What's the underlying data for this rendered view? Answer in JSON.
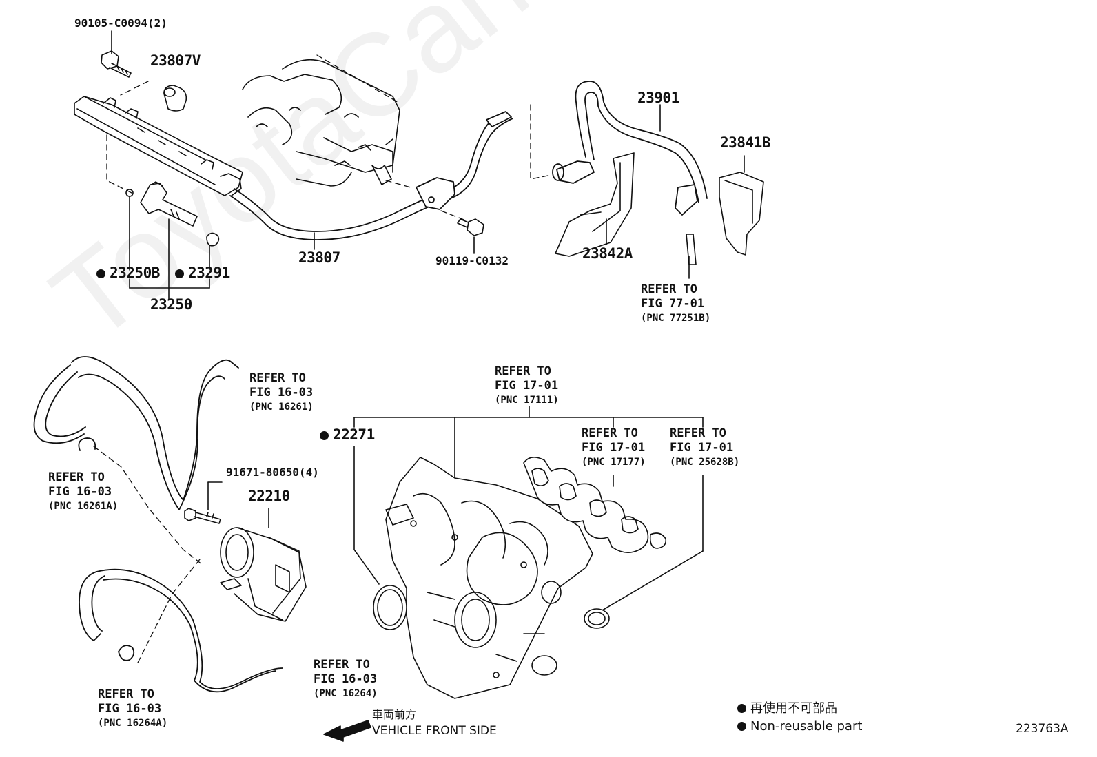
{
  "watermark": "ToyotaCarMine.ru",
  "parts": {
    "p90105": "90105-C0094(2)",
    "p23807V": "23807V",
    "p23901": "23901",
    "p23841B": "23841B",
    "p23842A": "23842A",
    "p23807": "23807",
    "p90119": "90119-C0132",
    "p23250B": "23250B",
    "p23291": "23291",
    "p23250": "23250",
    "p22271": "22271",
    "p91671": "91671-80650(4)",
    "p22210": "22210"
  },
  "refs": {
    "r77": {
      "l1": "REFER TO",
      "l2": "FIG 77-01",
      "l3": "(PNC 77251B)"
    },
    "r16261": {
      "l1": "REFER TO",
      "l2": "FIG 16-03",
      "l3": "(PNC 16261)"
    },
    "r16261A": {
      "l1": "REFER TO",
      "l2": "FIG 16-03",
      "l3": "(PNC 16261A)"
    },
    "r17111": {
      "l1": "REFER TO",
      "l2": "FIG 17-01",
      "l3": "(PNC 17111)"
    },
    "r17177": {
      "l1": "REFER TO",
      "l2": "FIG 17-01",
      "l3": "(PNC 17177)"
    },
    "r25628B": {
      "l1": "REFER TO",
      "l2": "FIG 17-01",
      "l3": "(PNC 25628B)"
    },
    "r16264": {
      "l1": "REFER TO",
      "l2": "FIG 16-03",
      "l3": "(PNC 16264)"
    },
    "r16264A": {
      "l1": "REFER TO",
      "l2": "FIG 16-03",
      "l3": "(PNC 16264A)"
    }
  },
  "front": {
    "jp": "車両前方",
    "en": "VEHICLE FRONT SIDE"
  },
  "legend": {
    "jp": "再使用不可部品",
    "en": "Non-reusable part"
  },
  "figure_id": "223763A"
}
